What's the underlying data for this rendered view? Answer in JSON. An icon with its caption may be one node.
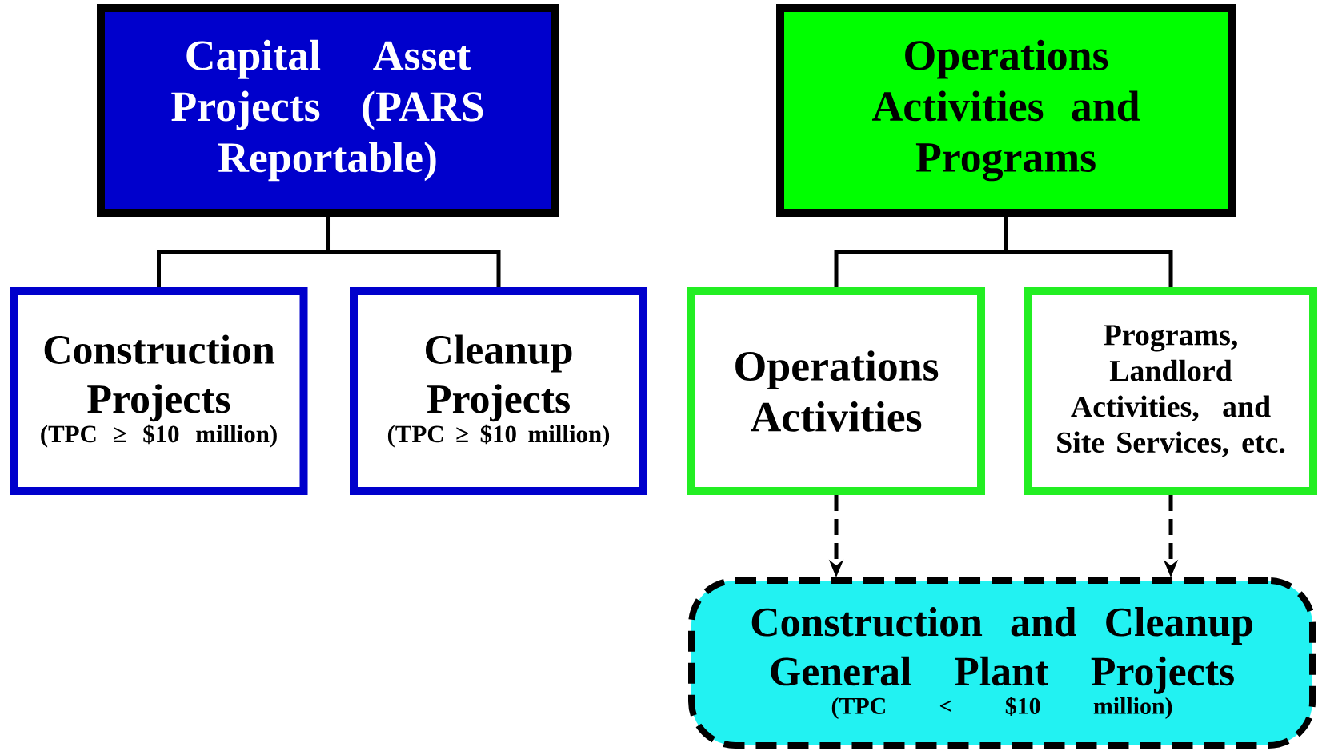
{
  "diagram": {
    "nodes": [
      {
        "text": [
          "Capital Asset Projects (PARS Reportable)"
        ]
      },
      {
        "text": [
          "Construction Projects",
          "(TPC ≥ $10 million)"
        ]
      },
      {
        "text": [
          "Cleanup Projects",
          "(TPC ≥ $10 million)"
        ]
      },
      {
        "text": [
          "Operations Activities and Programs"
        ]
      },
      {
        "text": [
          "Operations Activities"
        ]
      },
      {
        "text": [
          "Programs, Landlord Activities, and Site Services, etc."
        ]
      },
      {
        "text": [
          "Construction and Cleanup General Plant Projects",
          "(TPC < $10 million)"
        ]
      }
    ],
    "edges": [
      {
        "from": 0,
        "to": 1,
        "arrow": "none"
      },
      {
        "from": 0,
        "to": 2,
        "arrow": "none"
      },
      {
        "from": 3,
        "to": 4,
        "arrow": "none"
      },
      {
        "from": 3,
        "to": 5,
        "arrow": "none"
      },
      {
        "from": 4,
        "to": 6,
        "arrow": "to",
        "style": "dashed"
      },
      {
        "from": 5,
        "to": 6,
        "arrow": "to",
        "style": "dashed"
      }
    ]
  }
}
